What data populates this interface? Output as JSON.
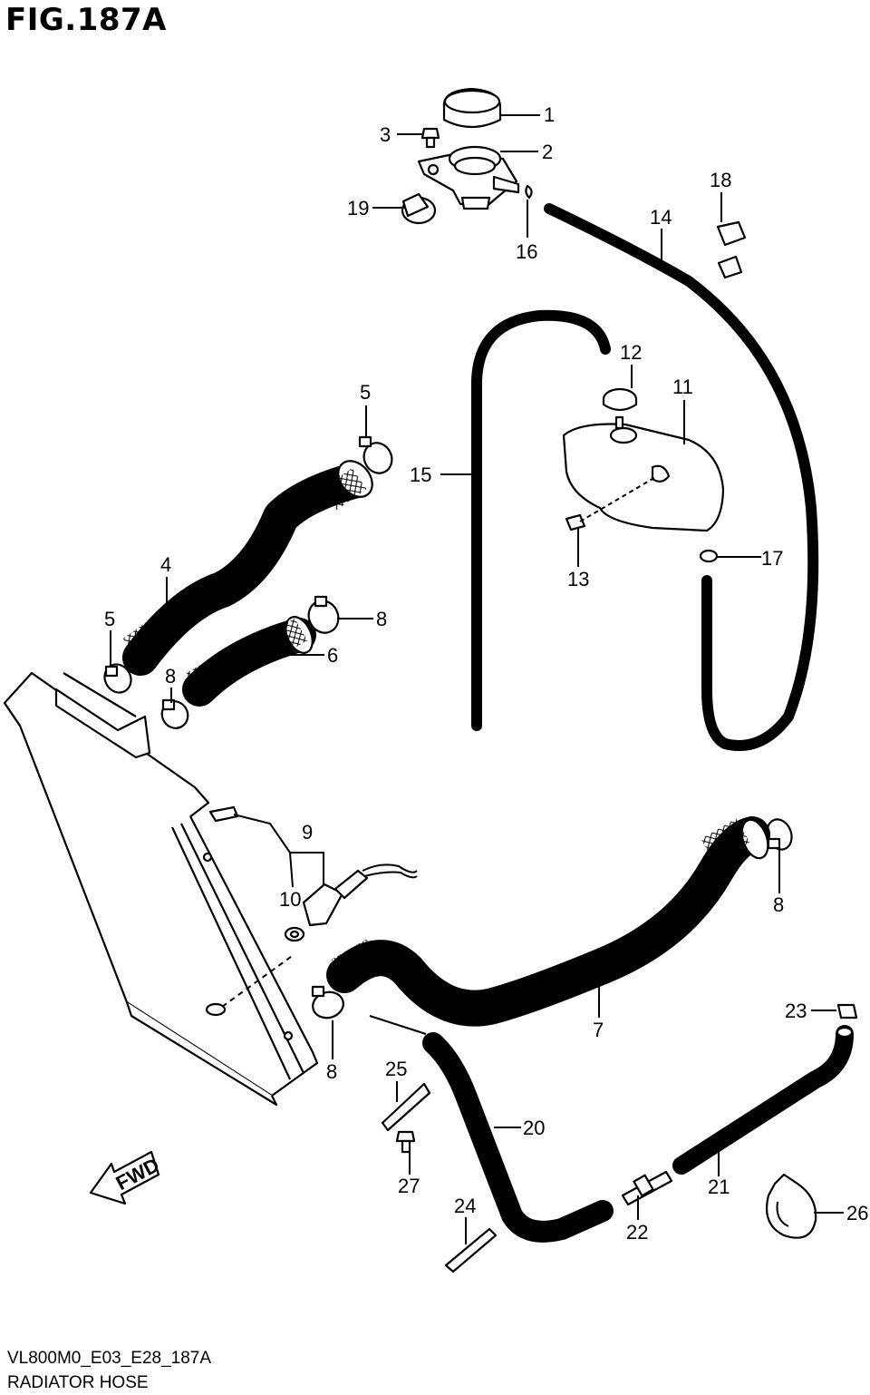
{
  "figure": {
    "title": "FIG.187A",
    "code": "VL800M0_E03_E28_187A",
    "name": "RADIATOR HOSE"
  },
  "fwd_label": "FWD",
  "callouts": [
    {
      "id": "c1",
      "label": "1"
    },
    {
      "id": "c2",
      "label": "2"
    },
    {
      "id": "c3",
      "label": "3"
    },
    {
      "id": "c4",
      "label": "4"
    },
    {
      "id": "c5a",
      "label": "5"
    },
    {
      "id": "c5b",
      "label": "5"
    },
    {
      "id": "c6",
      "label": "6"
    },
    {
      "id": "c7",
      "label": "7"
    },
    {
      "id": "c8a",
      "label": "8"
    },
    {
      "id": "c8b",
      "label": "8"
    },
    {
      "id": "c8c",
      "label": "8"
    },
    {
      "id": "c8d",
      "label": "8"
    },
    {
      "id": "c9",
      "label": "9"
    },
    {
      "id": "c10",
      "label": "10"
    },
    {
      "id": "c11",
      "label": "11"
    },
    {
      "id": "c12",
      "label": "12"
    },
    {
      "id": "c13",
      "label": "13"
    },
    {
      "id": "c14",
      "label": "14"
    },
    {
      "id": "c15",
      "label": "15"
    },
    {
      "id": "c16",
      "label": "16"
    },
    {
      "id": "c17",
      "label": "17"
    },
    {
      "id": "c18",
      "label": "18"
    },
    {
      "id": "c19",
      "label": "19"
    },
    {
      "id": "c20",
      "label": "20"
    },
    {
      "id": "c21",
      "label": "21"
    },
    {
      "id": "c22",
      "label": "22"
    },
    {
      "id": "c23",
      "label": "23"
    },
    {
      "id": "c24",
      "label": "24"
    },
    {
      "id": "c25",
      "label": "25"
    },
    {
      "id": "c26",
      "label": "26"
    },
    {
      "id": "c27",
      "label": "27"
    }
  ]
}
